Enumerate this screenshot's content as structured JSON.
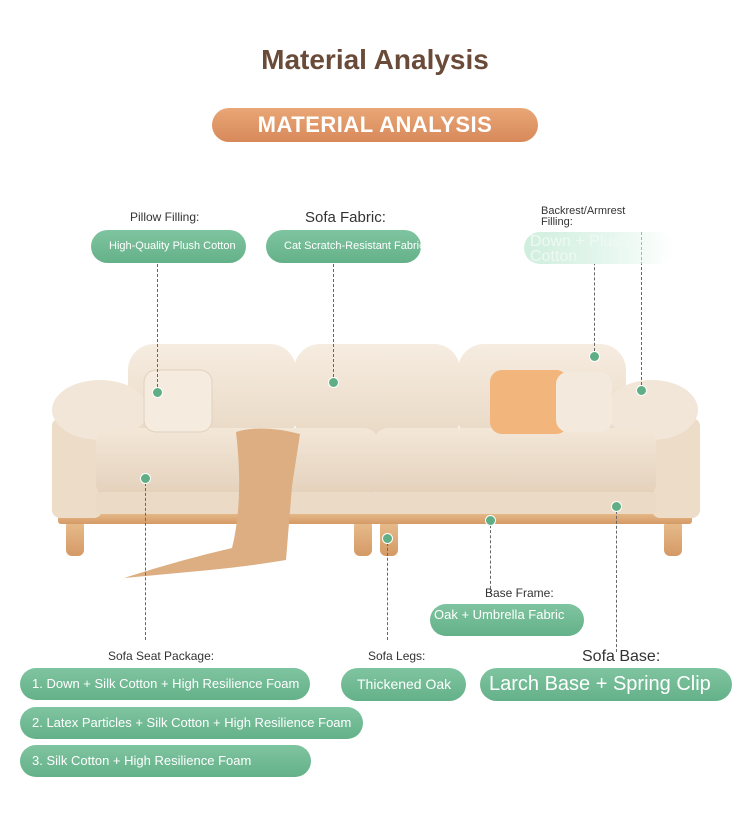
{
  "title": "Material Analysis",
  "banner": "MATERIAL ANALYSIS",
  "callouts": {
    "pillow": {
      "label": "Pillow Filling:",
      "value": "High-Quality Plush Cotton"
    },
    "fabric": {
      "label": "Sofa Fabric:",
      "value": "Cat Scratch-Resistant Fabric"
    },
    "backrest": {
      "label": "Backrest/Armrest Filling:",
      "value": "Down + Plush Cotton"
    },
    "base_frame": {
      "label": "Base Frame:",
      "value": "Oak + Umbrella Fabric"
    },
    "seat": {
      "label": "Sofa Seat Package:",
      "options": [
        "1. Down + Silk Cotton + High Resilience Foam",
        "2. Latex Particles + Silk Cotton + High Resilience Foam",
        "3. Silk Cotton + High Resilience Foam"
      ]
    },
    "legs": {
      "label": "Sofa Legs:",
      "value": "Thickened Oak"
    },
    "base": {
      "label": "Sofa Base:",
      "value": "Larch Base + Spring Clip"
    }
  },
  "colors": {
    "accent_green": "#6ab790",
    "banner_orange": "#e09a6a",
    "title_brown": "#6a4a38",
    "sofa_cream": "#efe2d2",
    "wood": "#dfae7c"
  }
}
